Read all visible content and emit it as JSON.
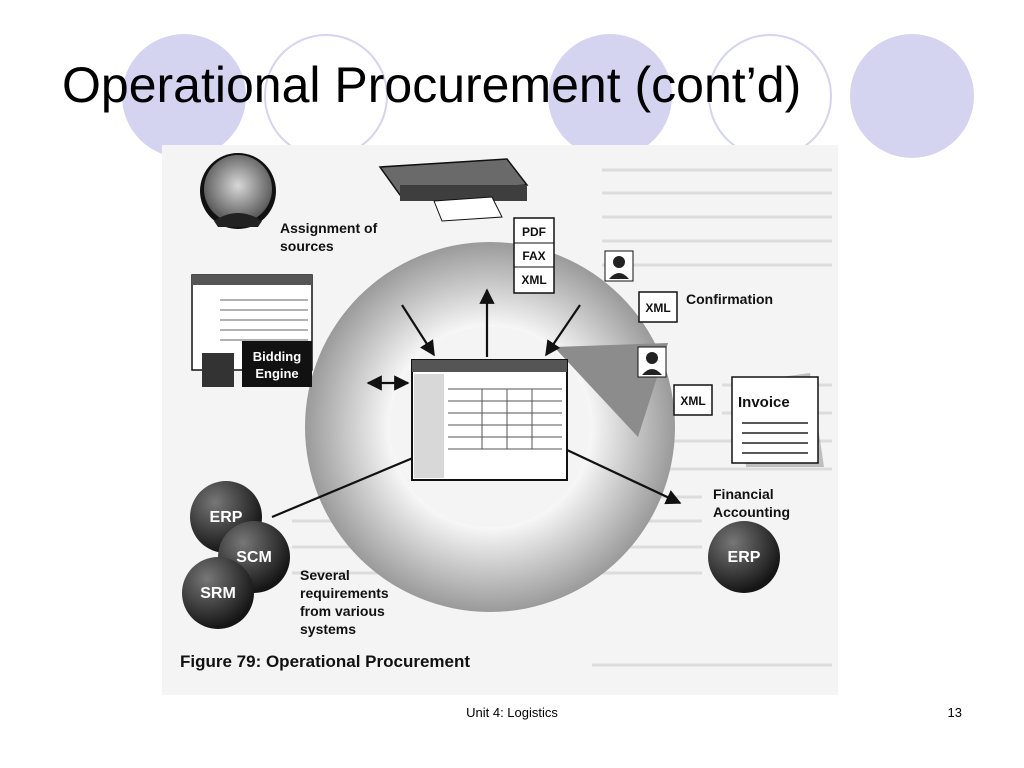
{
  "slide": {
    "title": "Operational Procurement (cont’d)",
    "footer": "Unit 4: Logistics",
    "page_number": "13",
    "accent_color": "#d4d4f0"
  },
  "diagram": {
    "caption": "Figure 79: Operational Procurement",
    "assignment_label": [
      "Assignment of",
      "sources"
    ],
    "bidding_label": [
      "Bidding",
      "Engine"
    ],
    "doc_formats": [
      "PDF",
      "FAX",
      "XML"
    ],
    "confirmation_tag": "XML",
    "confirmation_label": "Confirmation",
    "invoice_tag": "XML",
    "invoice_label": "Invoice",
    "financial_label": [
      "Financial",
      "Accounting"
    ],
    "systems": [
      "ERP",
      "SCM",
      "SRM"
    ],
    "erp_right": "ERP",
    "requirements_label": [
      "Several",
      "requirements",
      "from various",
      "systems"
    ]
  }
}
